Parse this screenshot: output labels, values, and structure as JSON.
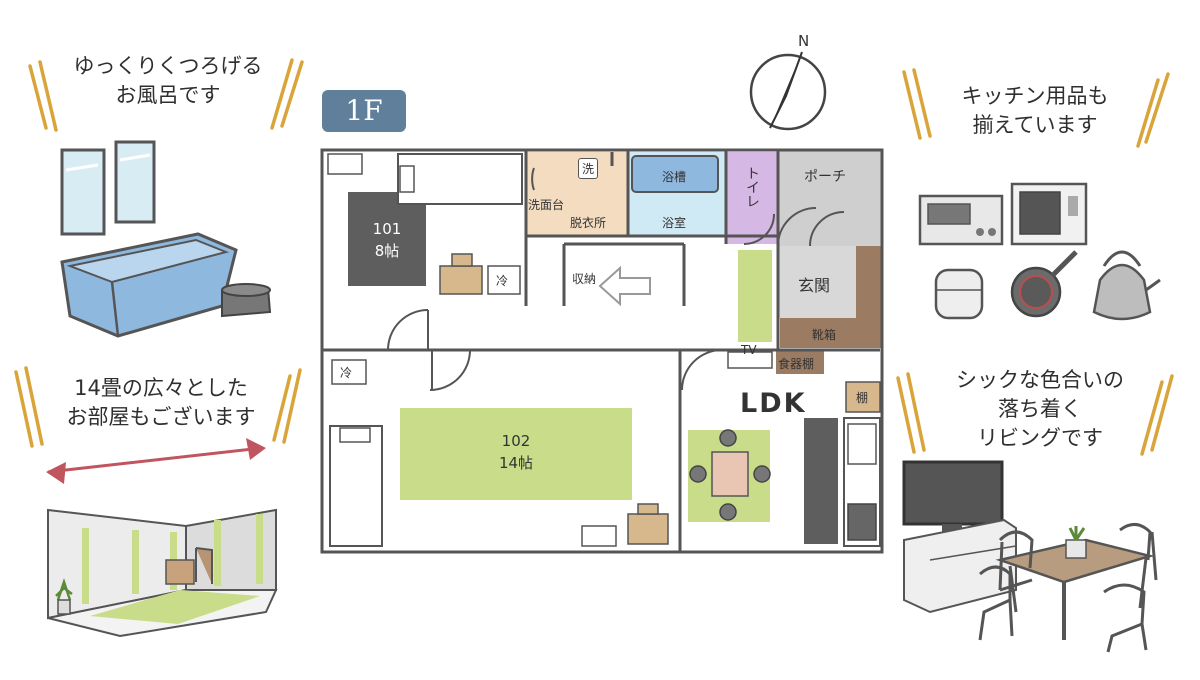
{
  "floor_badge": "1F",
  "compass_label": "N",
  "captions": {
    "bath": [
      "ゆっくりくつろげる",
      "お風呂です"
    ],
    "room": [
      "14畳の広々とした",
      "お部屋もございます"
    ],
    "kitchen": [
      "キッチン用品も",
      "揃えています"
    ],
    "living": [
      "シックな色合いの",
      "落ち着く",
      "リビングです"
    ]
  },
  "rooms": {
    "room101": {
      "number": "101",
      "size": "8帖"
    },
    "room102": {
      "number": "102",
      "size": "14帖"
    },
    "ldk": "LDK",
    "porch": "ポーチ",
    "entrance": "玄関",
    "shoe_cabinet": "靴箱",
    "dish_cabinet": "食器棚",
    "tv": "TV",
    "shelf": "棚",
    "toilet": "トイレ",
    "bathtub": "浴槽",
    "bathroom": "浴室",
    "washstand": "洗面台",
    "dressing": "脱衣所",
    "washer": "洗",
    "storage": "収納",
    "fridge_101": "冷",
    "fridge_102": "冷"
  },
  "colors": {
    "badge": "#5f7f9a",
    "rug_green": "#c9dc8a",
    "rug_dark": "#5e5e5e",
    "bath_blue": "#8fb8de",
    "wash_peach": "#f3dcc0",
    "toilet_purple": "#d6b8e4",
    "porch_gray": "#cfcfcf",
    "shoe_brown": "#9b7c62",
    "wall": "#555555"
  }
}
